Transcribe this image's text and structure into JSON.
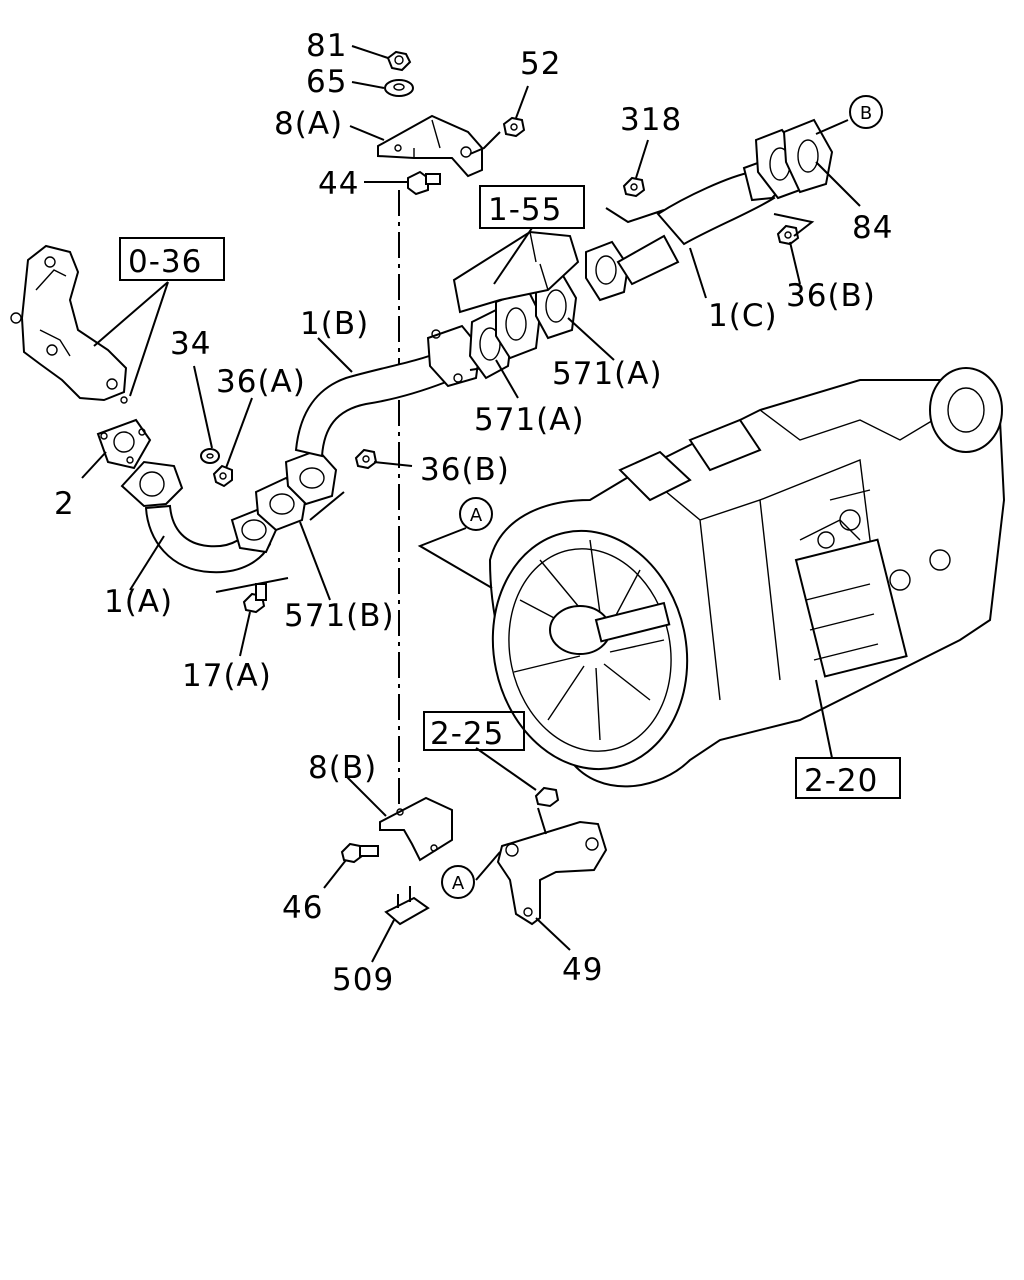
{
  "diagram": {
    "part_labels": {
      "p81": "81",
      "p65": "65",
      "p52": "52",
      "p8A": "8(A)",
      "p44": "44",
      "p318": "318",
      "pB": "B",
      "p84": "84",
      "p1C": "1(C)",
      "p36B_top": "36(B)",
      "p1B": "1(B)",
      "p34": "34",
      "p36A": "36(A)",
      "p571A_1": "571(A)",
      "p571A_2": "571(A)",
      "p2": "2",
      "p36B_mid": "36(B)",
      "pA_top": "A",
      "p1A": "1(A)",
      "p571B": "571(B)",
      "p17A": "17(A)",
      "p8B": "8(B)",
      "p46": "46",
      "pA_bottom": "A",
      "p49": "49",
      "p509": "509"
    },
    "reference_boxes": {
      "r036": "0-36",
      "r155": "1-55",
      "r225": "2-25",
      "r220": "2-20"
    }
  }
}
